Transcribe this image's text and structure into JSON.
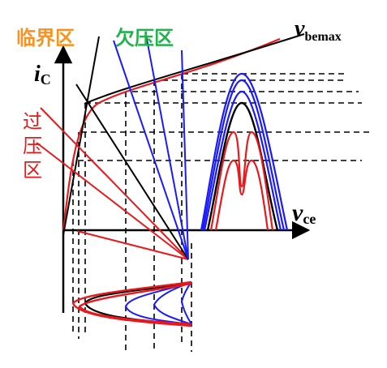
{
  "labels": {
    "critical_region": "临界区",
    "under_voltage_region": "欠压区",
    "over_voltage_line1": "过",
    "over_voltage_line2": "压",
    "over_voltage_line3": "区",
    "y_axis_main": "i",
    "y_axis_sub": "C",
    "x_axis_main": "v",
    "x_axis_sub": "ce",
    "curve_main": "v",
    "curve_sub": "bemax"
  },
  "colors": {
    "critical": "#f7931e",
    "under": "#22b14c",
    "over": "#e8191c",
    "blue": "#1a1aff",
    "black": "#000000"
  }
}
